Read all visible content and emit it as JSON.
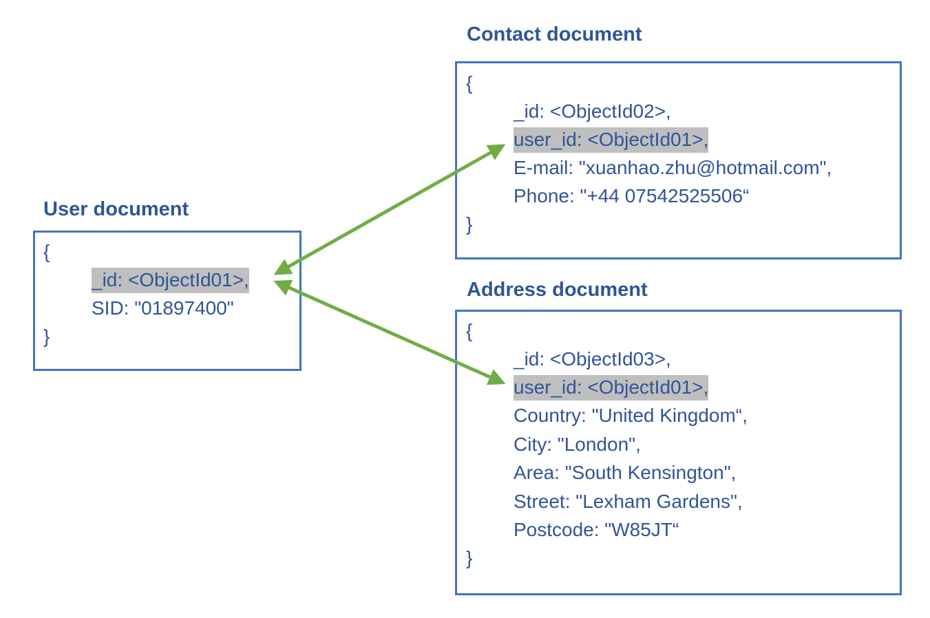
{
  "user_doc": {
    "title": "User document",
    "open_brace": "{",
    "id_line": "_id: <ObjectId01>,",
    "sid_line": "SID: \"01897400\"",
    "close_brace": "}"
  },
  "contact_doc": {
    "title": "Contact document",
    "open_brace": "{",
    "id_line": "_id: <ObjectId02>,",
    "user_id_key": "user_id:",
    "user_id_value": "<ObjectId01>,",
    "email_line": "E-mail: \"xuanhao.zhu@hotmail.com\",",
    "phone_line": "Phone: \"+44 07542525506“",
    "close_brace": "}"
  },
  "address_doc": {
    "title": "Address document",
    "open_brace": "{",
    "id_line": "_id: <ObjectId03>,",
    "user_id_key": "user_id:",
    "user_id_value": "<ObjectId01>,",
    "country_line": "Country: \"United Kingdom“,",
    "city_line": "City: \"London\",",
    "area_line": "Area: \"South Kensington\",",
    "street_line": "Street: \"Lexham Gardens\",",
    "postcode_line": "Postcode: \"W85JT“",
    "close_brace": "}"
  },
  "colors": {
    "text": "#2f5597",
    "border": "#4472c4",
    "highlight": "#bfbfbf",
    "arrow": "#70ad47"
  }
}
